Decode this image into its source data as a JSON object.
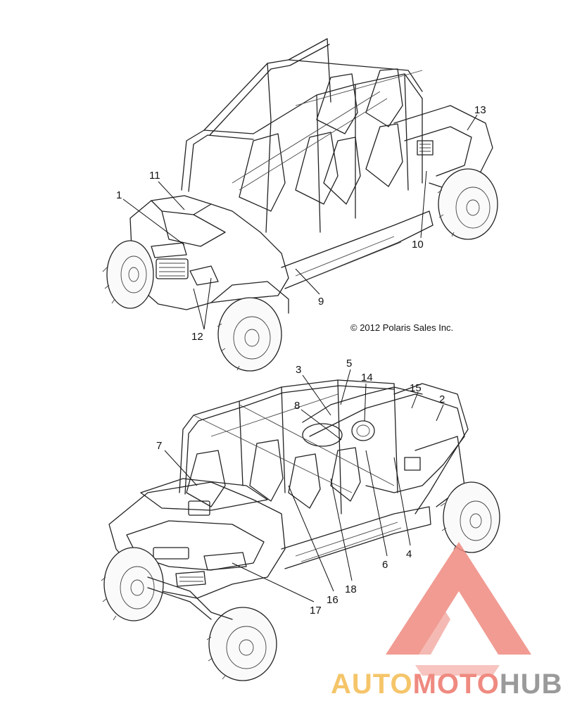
{
  "copyright": "© 2012 Polaris Sales Inc.",
  "callouts_top": [
    "1",
    "11",
    "13",
    "10",
    "9",
    "12"
  ],
  "callouts_bottom": [
    "3",
    "5",
    "14",
    "15",
    "2",
    "8",
    "7",
    "4",
    "6",
    "18",
    "16",
    "17"
  ],
  "watermark": {
    "part1": "AUTO",
    "part2": "MOTO",
    "part3": "HUB",
    "color_auto": "#f5c56a",
    "color_moto": "#ef8a80",
    "color_hub": "#9a9a9a",
    "logo_color": "#ef8a80"
  },
  "icons": [
    "utv-top-view-drawing",
    "utv-bottom-view-drawing",
    "watermark-logo"
  ]
}
